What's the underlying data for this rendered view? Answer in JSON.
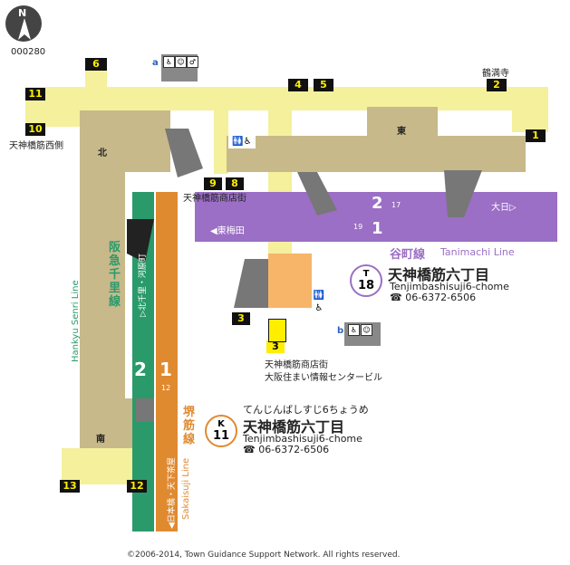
{
  "compass": {
    "label": "N",
    "code": "000280"
  },
  "colors": {
    "concourse": "#f4f09c",
    "concourse_dark": "#c8b98a",
    "tanimachi": "#9b6fc5",
    "sakaisuji": "#e08a30",
    "hankyu": "#2a9a6a",
    "station_box": "#f7b56a",
    "exit_yellow": "#ffee00"
  },
  "exits": [
    {
      "id": "6",
      "label": "6"
    },
    {
      "id": "11",
      "label": "11"
    },
    {
      "id": "10",
      "label": "10"
    },
    {
      "id": "4",
      "label": "4"
    },
    {
      "id": "5",
      "label": "5"
    },
    {
      "id": "2",
      "label": "2"
    },
    {
      "id": "1",
      "label": "1"
    },
    {
      "id": "9",
      "label": "9"
    },
    {
      "id": "8",
      "label": "8"
    },
    {
      "id": "3a",
      "label": "3"
    },
    {
      "id": "3b",
      "label": "3"
    },
    {
      "id": "13",
      "label": "13"
    },
    {
      "id": "12",
      "label": "12"
    }
  ],
  "labels": {
    "nishigawa": "天神橋筋西側",
    "tsurumitsuji": "鶴満寺",
    "shotengai_top": "天神橋筋商店街",
    "kita": "北",
    "higashi": "東",
    "minami": "南",
    "higashiumeda": "◀東梅田",
    "dainichi": "大日▷",
    "tanimachi_line_jp": "谷町線",
    "tanimachi_line_en": "Tanimachi Line",
    "tanimachi_track1": "1",
    "tanimachi_track2": "2",
    "tanimachi_car_a": "17",
    "tanimachi_car_b": "19",
    "shotengai_bottom": "天神橋筋商店街",
    "osaka_center": "大阪住まい情報センタービル",
    "hankyu_jp": "阪急千里線",
    "hankyu_en": "Hankyu Senri Line",
    "hankyu_dir": "▷北千里・河原町",
    "hankyu_track2": "2",
    "sakaisuji_track1": "1",
    "sakaisuji_car": "12",
    "sakaisuji_jp": "堺筋線",
    "sakaisuji_en": "Sakaisuji Line",
    "sakaisuji_dir": "◀日本橋・天下茶屋",
    "facility_a": "a",
    "facility_b": "b",
    "elevator_label": "3"
  },
  "stations": {
    "tanimachi": {
      "code_letter": "T",
      "code_num": "18",
      "name_jp": "天神橋筋六丁目",
      "name_en": "Tenjimbashisuji6-chome",
      "phone": "☎ 06-6372-6506"
    },
    "sakaisuji": {
      "code_letter": "K",
      "code_num": "11",
      "kana": "てんじんばしすじ6ちょうめ",
      "name_jp": "天神橋筋六丁目",
      "name_en": "Tenjimbashisuji6-chome",
      "phone": "☎ 06-6372-6506"
    }
  },
  "footer": "©2006-2014, Town Guidance Support Network. All rights reserved."
}
